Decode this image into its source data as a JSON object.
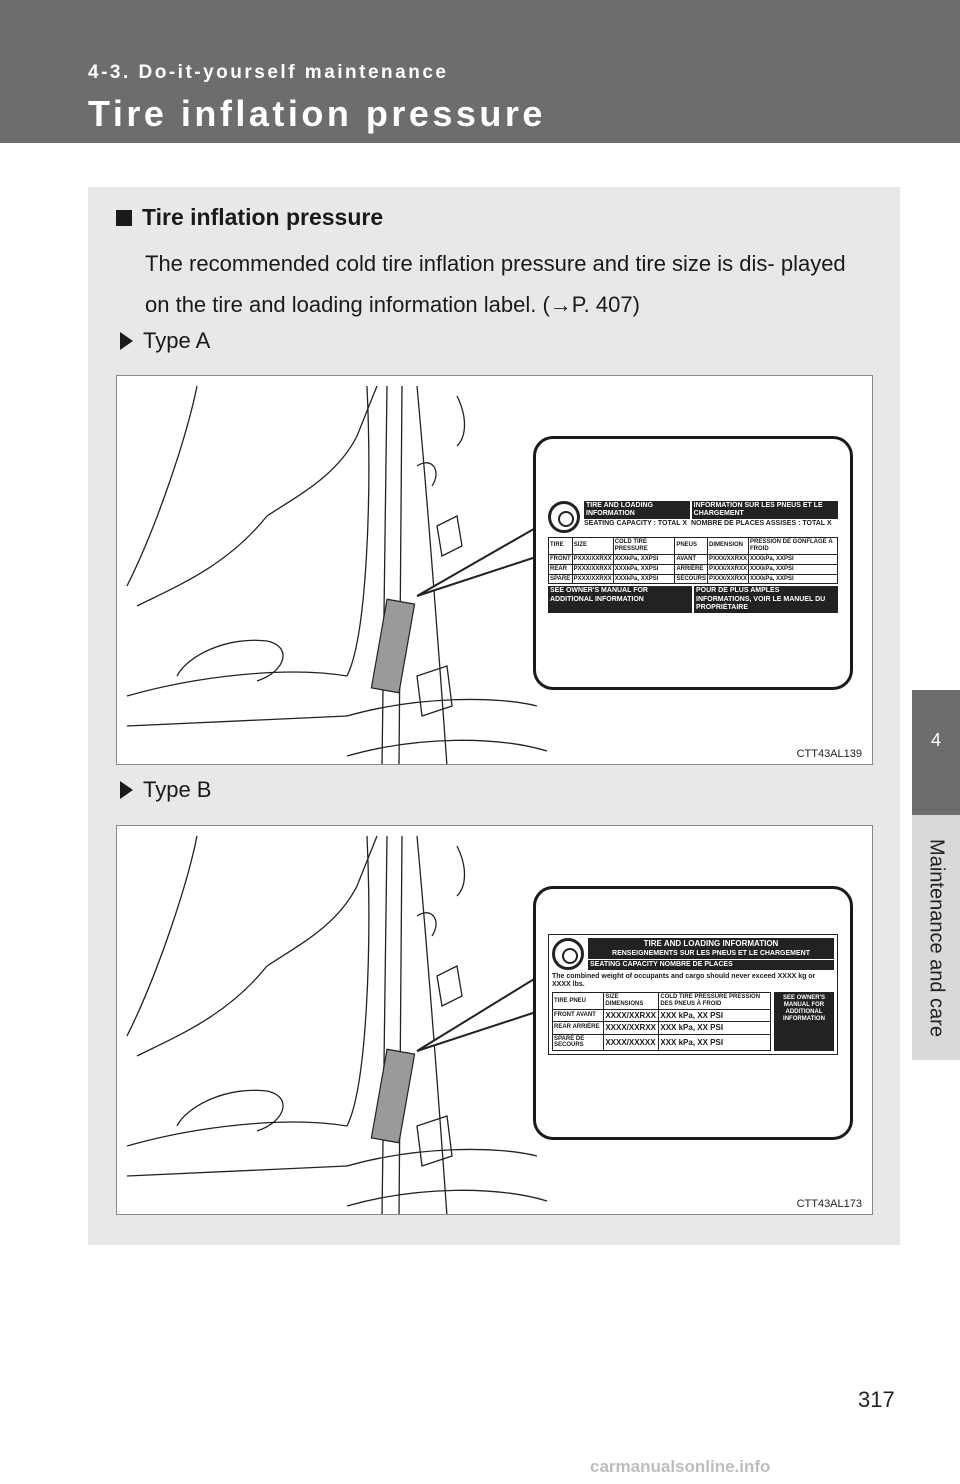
{
  "header": {
    "section": "4-3. Do-it-yourself maintenance",
    "title": "Tire inflation pressure"
  },
  "side_tab": {
    "number": "4",
    "label": "Maintenance and care"
  },
  "content": {
    "heading": "Tire inflation pressure",
    "body": "The recommended cold tire inflation pressure and tire size is dis- played on the tire and loading information label. (→P. 407)",
    "type_a": "Type A",
    "type_b": "Type B"
  },
  "figure_a": {
    "code": "CTT43AL139",
    "label": {
      "en_title": "TIRE AND LOADING INFORMATION",
      "fr_title": "INFORMATION SUR LES PNEUS ET LE CHARGEMENT",
      "seating": "SEATING CAPACITY : TOTAL X",
      "seating_fr": "NOMBRE DE PLACES ASSISES : TOTAL X",
      "headers": [
        "TIRE",
        "SIZE",
        "COLD TIRE PRESSURE",
        "PNEUS",
        "DIMENSION",
        "PRESSION DE GONFLAGE À FROID"
      ],
      "rows": [
        [
          "FRONT",
          "PXXX/XXRXX",
          "XXXkPa, XXPSI",
          "AVANT",
          "PXXX/XXRXX",
          "XXXkPa, XXPSI"
        ],
        [
          "REAR",
          "PXXX/XXRXX",
          "XXXkPa, XXPSI",
          "ARRIÈRE",
          "PXXX/XXRXX",
          "XXXkPa, XXPSI"
        ],
        [
          "SPARE",
          "PXXX/XXRXX",
          "XXXkPa, XXPSI",
          "SECOURS",
          "PXXX/XXRXX",
          "XXXkPa, XXPSI"
        ]
      ],
      "footer_en": "SEE OWNER'S MANUAL FOR ADDITIONAL INFORMATION",
      "footer_fr": "POUR DE PLUS AMPLES INFORMATIONS, VOIR LE MANUEL DU PROPRIÉTAIRE"
    }
  },
  "figure_b": {
    "code": "CTT43AL173",
    "label": {
      "title": "TIRE AND LOADING INFORMATION",
      "subtitle": "RENSEIGNEMENTS SUR LES PNEUS ET LE CHARGEMENT",
      "seating": "SEATING CAPACITY NOMBRE DE PLACES",
      "weight": "The combined weight of occupants and cargo should never exceed XXXX kg or XXXX lbs.",
      "headers": [
        "TIRE PNEU",
        "SIZE DIMENSIONS",
        "COLD TIRE PRESSURE PRESSION DES PNEUS À FROID"
      ],
      "rows": [
        [
          "FRONT AVANT",
          "XXXX/XXRXX",
          "XXX kPa, XX PSI"
        ],
        [
          "REAR ARRIÈRE",
          "XXXX/XXRXX",
          "XXX kPa, XX PSI"
        ],
        [
          "SPARE DE SECOURS",
          "XXXX/XXXXX",
          "XXX kPa, XX PSI"
        ]
      ],
      "side_note": "SEE OWNER'S MANUAL FOR ADDITIONAL INFORMATION"
    }
  },
  "page_number": "317",
  "watermark": "carmanualsonline.info"
}
